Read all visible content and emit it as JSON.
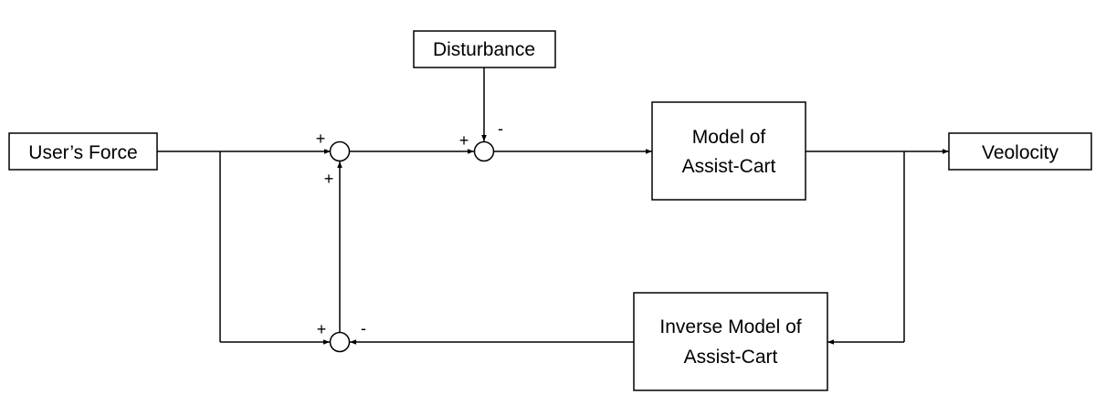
{
  "blocks": {
    "users_force": "User’s Force",
    "disturbance": "Disturbance",
    "model_line1": "Model of",
    "model_line2": "Assist-Cart",
    "velocity": "Veolocity",
    "inverse_line1": "Inverse Model of",
    "inverse_line2": "Assist-Cart"
  },
  "signs": {
    "sum1_left": "+",
    "sum1_bottom": "+",
    "sum2_left": "+",
    "sum2_top": "-",
    "sum3_left": "+",
    "sum3_right": "-"
  }
}
